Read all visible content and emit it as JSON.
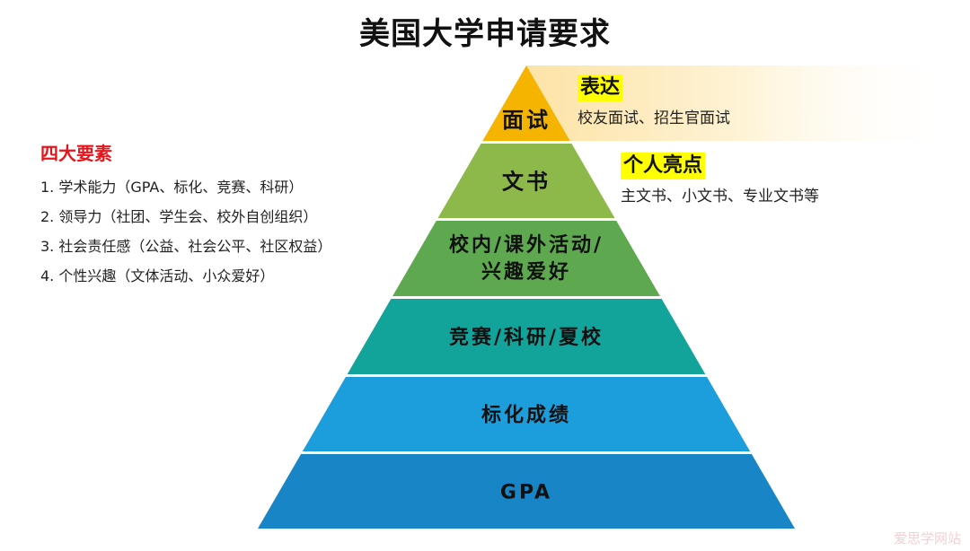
{
  "title": "美国大学申请要求",
  "pyramid": {
    "layers": [
      {
        "label": "面试",
        "color": "#F5B400"
      },
      {
        "label": "文书",
        "color": "#8DB94B"
      },
      {
        "label": "校内/课外活动/",
        "label2": "兴趣爱好",
        "color": "#5EA94F"
      },
      {
        "label": "竞赛/科研/夏校",
        "color": "#12A49B"
      },
      {
        "label": "标化成绩",
        "color": "#1D9EDC"
      },
      {
        "label": "GPA",
        "color": "#1886C6"
      }
    ]
  },
  "callouts": [
    {
      "heading": "表达",
      "detail": "校友面试、招生官面试"
    },
    {
      "heading": "个人亮点",
      "detail": "主文书、小文书、专业文书等"
    }
  ],
  "four_elements": {
    "heading": "四大要素",
    "items": [
      "1. 学术能力（GPA、标化、竞赛、科研）",
      "2. 领导力（社团、学生会、校外自创组织）",
      "3. 社会责任感（公益、社会公平、社区权益）",
      "4. 个性兴趣（文体活动、小众爱好）"
    ]
  },
  "watermark": "爱思学网站"
}
